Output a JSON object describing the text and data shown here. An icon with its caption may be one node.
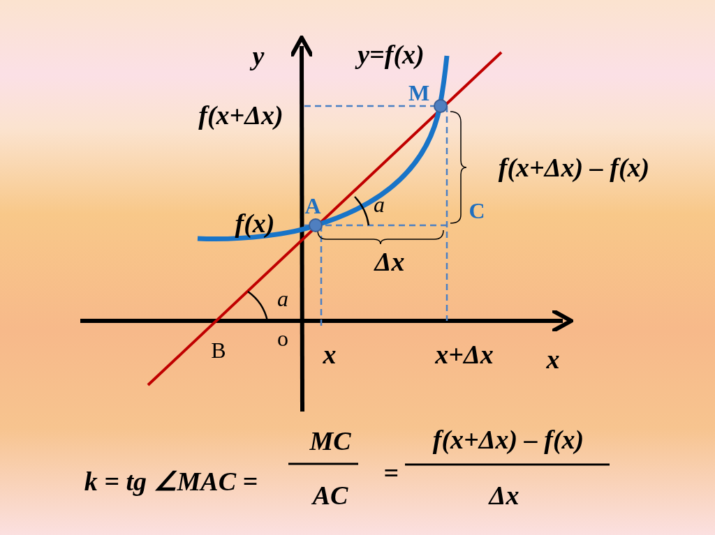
{
  "diagram": {
    "labels": [
      "y",
      "y=f(x)",
      "M",
      "f(x+Δx)",
      "f(x+Δx) – f(x)",
      "A",
      "a",
      "C",
      "f(x)",
      "Δx",
      "a",
      "o",
      "B",
      "x",
      "x+Δx",
      "x",
      "k  = tg ∠MAC =",
      "MC",
      "AC",
      "=",
      "f(x+Δx) – f(x)",
      "Δx"
    ]
  }
}
